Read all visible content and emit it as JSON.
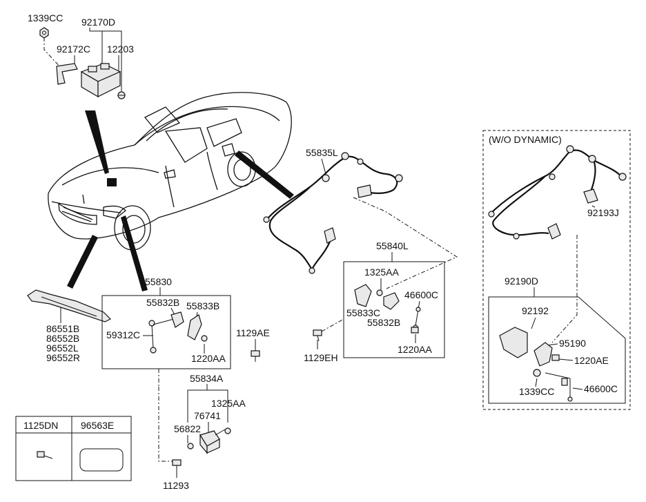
{
  "labels": {
    "p1339CC_top": "1339CC",
    "p92170D": "92170D",
    "p92172C": "92172C",
    "p12203": "12203",
    "p55835L": "55835L",
    "wo_dynamic": "(W/O DYNAMIC)",
    "p92193J": "92193J",
    "p55840L": "55840L",
    "p1325AA_mid": "1325AA",
    "p46600C_mid": "46600C",
    "p55833C": "55833C",
    "p55832B_mid": "55832B",
    "p1220AA_mid": "1220AA",
    "p1129EH": "1129EH",
    "p55830": "55830",
    "p55832B_left": "55832B",
    "p55833B": "55833B",
    "p59312C": "59312C",
    "p1129AE": "1129AE",
    "p1220AA_left": "1220AA",
    "p86551B": "86551B",
    "p86552B": "86552B",
    "p96552L": "96552L",
    "p96552R": "96552R",
    "p55834A": "55834A",
    "p1325AA_low": "1325AA",
    "p76741": "76741",
    "p56822": "56822",
    "p11293": "11293",
    "p92190D": "92190D",
    "p92192": "92192",
    "p95190": "95190",
    "p1220AE": "1220AE",
    "p1339CC_right": "1339CC",
    "p46600C_right": "46600C"
  },
  "legend_table": {
    "col1": "1125DN",
    "col2": "96563E"
  },
  "icons": [
    "vehicle-illustration",
    "sensor-module",
    "wiring-harness",
    "height-sensor",
    "bracket",
    "bolt",
    "nut",
    "pad"
  ]
}
